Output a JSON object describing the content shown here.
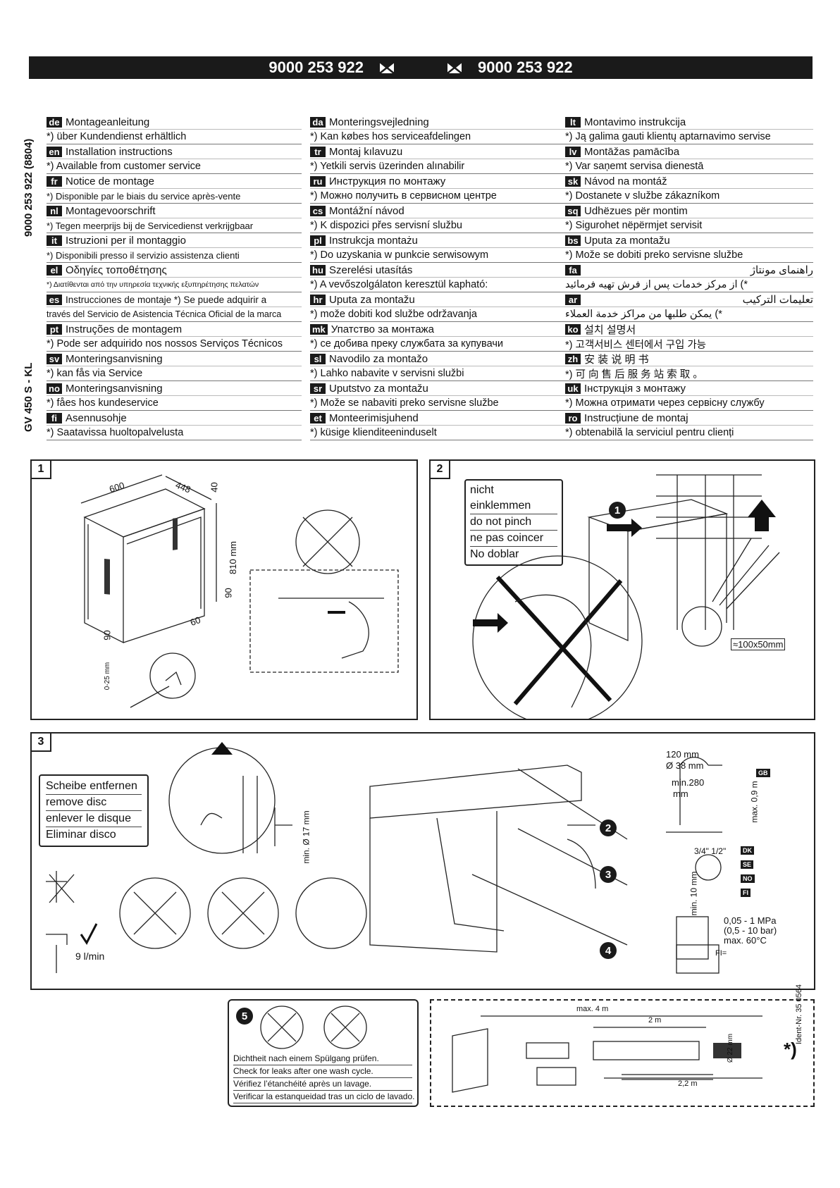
{
  "header": {
    "part_number": "9000 253 922"
  },
  "side": {
    "code": "9000 253 922  (8804)",
    "model": "GV 450 S - KL"
  },
  "languages_col1": [
    {
      "code": "de",
      "title": "Montageanleitung",
      "note": "*) über Kundendienst erhältlich"
    },
    {
      "code": "en",
      "title": "Installation instructions",
      "note": "*) Available from customer service"
    },
    {
      "code": "fr",
      "title": "Notice de montage",
      "note": "*) Disponible par le biais du service après-vente"
    },
    {
      "code": "nl",
      "title": "Montagevoorschrift",
      "note": "*) Tegen meerprijs bij de Servicedienst verkrijgbaar"
    },
    {
      "code": "it",
      "title": "Istruzioni per il montaggio",
      "note": "*) Disponibili presso il servizio assistenza clienti"
    },
    {
      "code": "el",
      "title": "Οδηγίες τοποθέτησης",
      "note": "*) Διατίθενται από την υπηρεσία τεχνικής εξυπηρέτησης πελατών"
    },
    {
      "code": "es",
      "title": "Instrucciones de montaje    *) Se puede adquirir a",
      "note": "través del Servicio de Asistencia Técnica Oficial de la marca"
    },
    {
      "code": "pt",
      "title": "Instruções de montagem",
      "note": "*) Pode ser adquirido nos nossos Serviços Técnicos"
    },
    {
      "code": "sv",
      "title": "Monteringsanvisning",
      "note": "*) kan fås via Service"
    },
    {
      "code": "no",
      "title": "Monteringsanvisning",
      "note": "*) fåes hos kundeservice"
    },
    {
      "code": "fi",
      "title": "Asennusohje",
      "note": "*) Saatavissa huoltopalvelusta"
    }
  ],
  "languages_col2": [
    {
      "code": "da",
      "title": "Monteringsvejledning",
      "note": "*) Kan købes hos serviceafdelingen"
    },
    {
      "code": "tr",
      "title": "Montaj kılavuzu",
      "note": "*) Yetkili servis üzerinden alınabilir"
    },
    {
      "code": "ru",
      "title": "Инструкция по монтажу",
      "note": "*) Можно получить в сервисном центре"
    },
    {
      "code": "cs",
      "title": "Montážní návod",
      "note": "*) K dispozici přes servisní službu"
    },
    {
      "code": "pl",
      "title": "Instrukcja montażu",
      "note": "*) Do uzyskania w punkcie serwisowym"
    },
    {
      "code": "hu",
      "title": "Szerelési utasítás",
      "note": "*) A vevőszolgálaton keresztül kapható:"
    },
    {
      "code": "hr",
      "title": "Uputa za montažu",
      "note": "*) može dobiti kod službe održavanja"
    },
    {
      "code": "mk",
      "title": "Упатство за монтажа",
      "note": "*) се добива преку службата за купувачи"
    },
    {
      "code": "sl",
      "title": "Navodilo za montažo",
      "note": "*) Lahko nabavite v servisni službi"
    },
    {
      "code": "sr",
      "title": "Uputstvo za montažu",
      "note": "*) Može se nabaviti preko servisne službe"
    },
    {
      "code": "et",
      "title": "Monteerimisjuhend",
      "note": "*) küsige klienditeeninduselt"
    }
  ],
  "languages_col3": [
    {
      "code": "lt",
      "title": "Montavimo instrukcija",
      "note": "*) Ją galima gauti klientų aptarnavimo servise"
    },
    {
      "code": "lv",
      "title": "Montāžas pamācība",
      "note": "*) Var saņemt servisa dienestā"
    },
    {
      "code": "sk",
      "title": "Návod na montáž",
      "note": "*) Dostanete v službe zákazníkom"
    },
    {
      "code": "sq",
      "title": "Udhëzues për montim",
      "note": "*) Sigurohet nëpërmjet servisit"
    },
    {
      "code": "bs",
      "title": "Uputa za montažu",
      "note": "*) Može se dobiti preko servisne službe"
    },
    {
      "code": "fa",
      "title": "راهنمای مونتاژ",
      "note": "*) از مرکز خدمات پس از فرش تهیه فرمائید"
    },
    {
      "code": "ar",
      "title": "تعليمات التركيب",
      "note": "*) يمكن طلبها من مراكز خدمة العملاء"
    },
    {
      "code": "ko",
      "title": "설치 설명서",
      "note": "*) 고객서비스 센터에서 구입 가능"
    },
    {
      "code": "zh",
      "title": "安 装 说 明 书",
      "note": "*) 可 向 售 后 服 务 站 索 取 。"
    },
    {
      "code": "uk",
      "title": "Інструкція з монтажу",
      "note": "*) Можна отримати через сервісну службу"
    },
    {
      "code": "ro",
      "title": "Instrucțiune de montaj",
      "note": "*) obtenabilă la serviciul pentru clienți"
    }
  ],
  "panel1": {
    "number": "1",
    "dims": {
      "width": "600",
      "depth": "448",
      "top": "40",
      "height": "810 mm",
      "side90": "90",
      "front90": "90",
      "foot60": "60",
      "adjust": "0-25 mm"
    }
  },
  "panel2": {
    "number": "2",
    "labels": [
      "nicht einklemmen",
      "do not pinch",
      "ne pas coincer",
      "No doblar"
    ],
    "step": "1",
    "opening": "≈100x50mm"
  },
  "panel3": {
    "number": "3",
    "labels": [
      "Scheibe entfernen",
      "remove disc",
      "enlever le disque",
      "Eliminar disco"
    ],
    "flow": "9 l/min",
    "min_diam": "min. Ø 17 mm",
    "steps": [
      "2",
      "3",
      "4"
    ],
    "gb": {
      "h120": "120 mm",
      "d38": "Ø 38 mm",
      "min280": "min.280",
      "mm": "mm",
      "max09": "max. 0,9 m",
      "tag": "GB"
    },
    "thread": {
      "sizes": "3/4\"  1/2\"",
      "min10": "min. 10 mm",
      "tags": [
        "DK",
        "SE",
        "NO",
        "FI"
      ]
    },
    "pressure": [
      "0,05 - 1 MPa",
      "(0,5 - 10 bar)",
      "max. 60°C"
    ],
    "fi": "FI="
  },
  "panel5": {
    "number": "5",
    "lines": [
      "Dichtheit nach einem Spülgang prüfen.",
      "Check for leaks after one wash cycle.",
      "Vérifiez l’étanchéité après un lavage.",
      "Verificar la estanqueidad tras un ciclo de lavado."
    ]
  },
  "extension": {
    "max4": "max. 4 m",
    "two": "2 m",
    "d22": "Ø 22 mm",
    "two2": "2,2 m",
    "star": "*)"
  },
  "ident": "Ident-Nr. 35 0564"
}
